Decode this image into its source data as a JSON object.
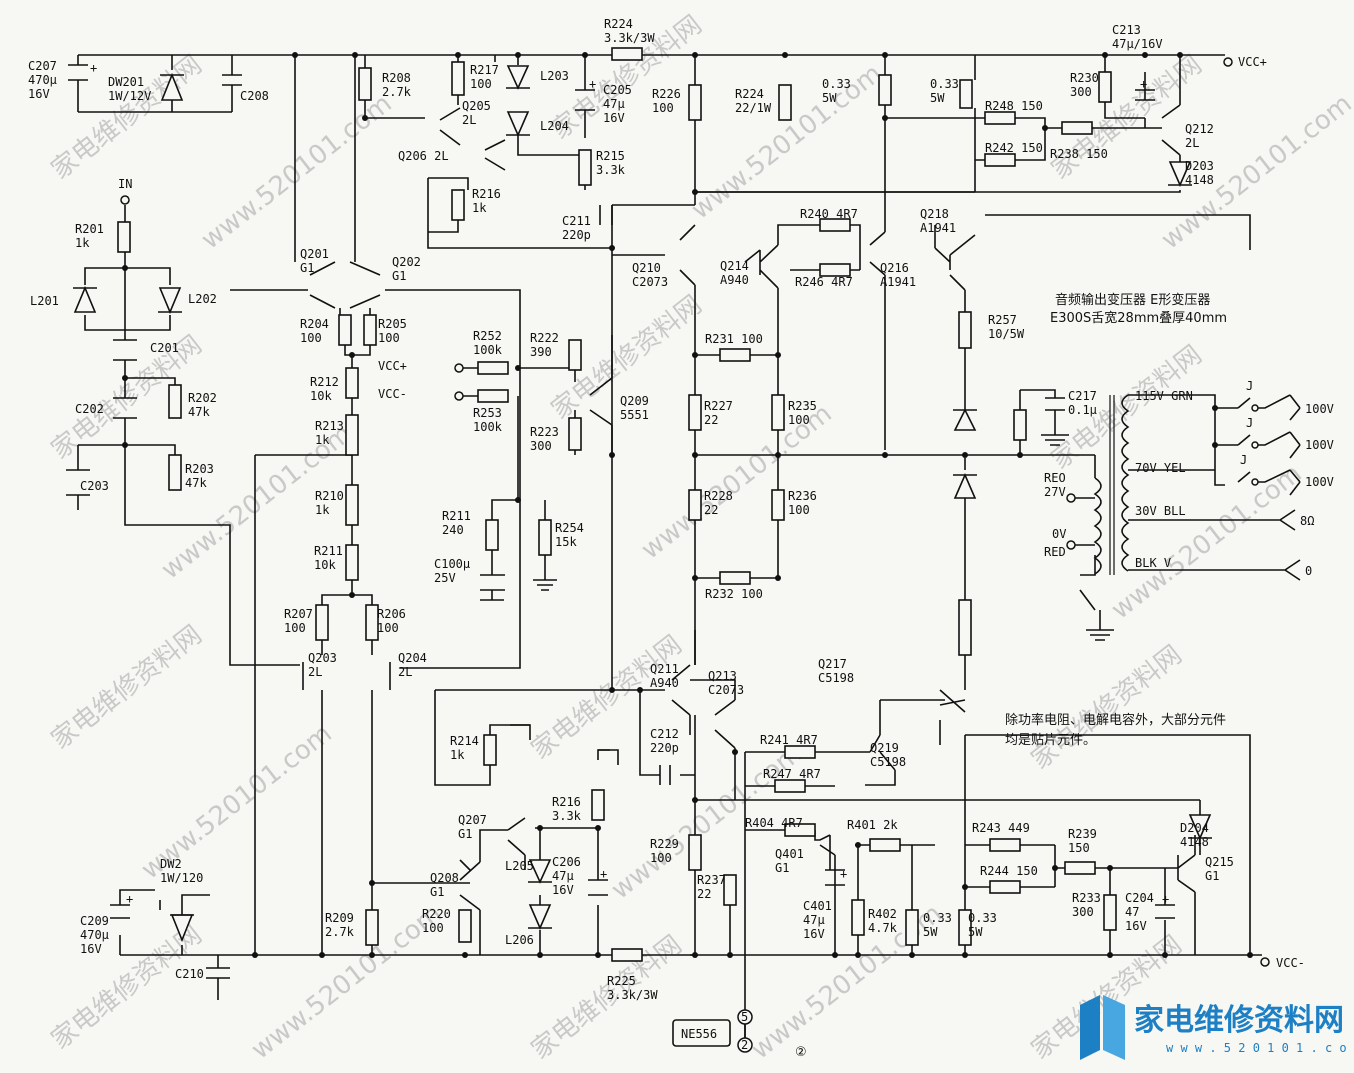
{
  "input_label": "IN",
  "rail_positive": "VCC+",
  "rail_negative": "VCC-",
  "diff_rail_pos": "VCC+",
  "diff_rail_neg": "VCC-",
  "transformer": {
    "title_line1": "音频输出变压器 E形变压器",
    "title_line2": "E300S舌宽28mm叠厚40mm",
    "primary_taps": [
      "115V GRN",
      "70V YEL",
      "30V BLL",
      "BLK V"
    ],
    "secondary": [
      "REO",
      "27V",
      "0V",
      "RED"
    ],
    "outputs": [
      "100V",
      "100V",
      "100V",
      "8Ω",
      "0"
    ],
    "switch_label": "J"
  },
  "note": [
    "除功率电阻、电解电容外，大部分元件",
    "均是贴片元件。"
  ],
  "ic": {
    "name": "NE556",
    "pins": [
      "5",
      "2"
    ]
  },
  "figure_marker": "②",
  "watermark_cn": "家电维修资料网",
  "watermark_url": "www.520101.com",
  "brand": {
    "name": "家电维修资料网",
    "url": "w w w . 5 2 0 1 0 1 . c o m"
  },
  "components": {
    "C207": [
      "C207",
      "470μ",
      "16V"
    ],
    "DW201": [
      "DW201",
      "1W/12V"
    ],
    "C208": [
      "C208"
    ],
    "R201": [
      "R201",
      "1k"
    ],
    "L201": [
      "L201"
    ],
    "L202": [
      "L202"
    ],
    "C201": [
      "C201"
    ],
    "C202": [
      "C202"
    ],
    "R202": [
      "R202",
      "47k"
    ],
    "C203": [
      "C203"
    ],
    "R203": [
      "R203",
      "47k"
    ],
    "Q201": [
      "Q201",
      "G1"
    ],
    "Q202": [
      "Q202",
      "G1"
    ],
    "R204": [
      "R204",
      "100"
    ],
    "R205": [
      "R205",
      "100"
    ],
    "R212": [
      "R212",
      "10k"
    ],
    "R213": [
      "R213",
      "1k"
    ],
    "R210": [
      "R210",
      "1k"
    ],
    "R211a": [
      "R211",
      "10k"
    ],
    "R207": [
      "R207",
      "100"
    ],
    "R206": [
      "R206",
      "100"
    ],
    "Q203": [
      "Q203",
      "2L"
    ],
    "Q204": [
      "Q204",
      "2L"
    ],
    "R208": [
      "R208",
      "2.7k"
    ],
    "R217": [
      "R217",
      "100"
    ],
    "Q205": [
      "Q205",
      "2L"
    ],
    "Q206": [
      "Q206 2L"
    ],
    "R216a": [
      "R216",
      "1k"
    ],
    "L203": [
      "L203"
    ],
    "L204": [
      "L204"
    ],
    "C205": [
      "C205",
      "47μ",
      "16V"
    ],
    "R215": [
      "R215",
      "3.3k"
    ],
    "R224a": [
      "R224",
      "3.3k/3W"
    ],
    "R226": [
      "R226",
      "100"
    ],
    "R224b": [
      "R224",
      "22/1W"
    ],
    "C211": [
      "C211",
      "220p"
    ],
    "Q210": [
      "Q210",
      "C2073"
    ],
    "R252": [
      "R252",
      "100k"
    ],
    "R253": [
      "R253",
      "100k"
    ],
    "R222": [
      "R222",
      "390"
    ],
    "R223": [
      "R223",
      "300"
    ],
    "Q209": [
      "Q209",
      "5551"
    ],
    "R211b": [
      "R211",
      "240"
    ],
    "C100": [
      "C100μ",
      "25V"
    ],
    "R254": [
      "R254",
      "15k"
    ],
    "Q214": [
      "Q214",
      "A940"
    ],
    "R240": [
      "R240 4R7"
    ],
    "R246": [
      "R246 4R7"
    ],
    "Q216": [
      "Q216",
      "A1941"
    ],
    "Q218": [
      "Q218",
      "A1941"
    ],
    "R231": [
      "R231 100"
    ],
    "R227": [
      "R227",
      "22"
    ],
    "R235": [
      "R235",
      "100"
    ],
    "R228": [
      "R228",
      "22"
    ],
    "R236": [
      "R236",
      "100"
    ],
    "R232": [
      "R232 100"
    ],
    "R_033a": [
      "0.33",
      "5W"
    ],
    "R_033b": [
      "0.33",
      "5W"
    ],
    "R230": [
      "R230",
      "300"
    ],
    "C213": [
      "C213",
      "47μ/16V"
    ],
    "R248": [
      "R248 150"
    ],
    "R242": [
      "R242 150"
    ],
    "R238": [
      "R238 150"
    ],
    "Q212": [
      "Q212",
      "2L"
    ],
    "D203": [
      "D203",
      "4148"
    ],
    "R257": [
      "R257",
      "10/5W"
    ],
    "C217": [
      "C217",
      "0.1μ"
    ],
    "Q211": [
      "Q211",
      "A940"
    ],
    "Q213": [
      "Q213",
      "C2073"
    ],
    "Q217": [
      "Q217",
      "C5198"
    ],
    "C212": [
      "C212",
      "220p"
    ],
    "R241": [
      "R241 4R7"
    ],
    "R247": [
      "R247 4R7"
    ],
    "Q219": [
      "Q219",
      "C5198"
    ],
    "R214": [
      "R214",
      "1k"
    ],
    "Q207": [
      "Q207",
      "G1"
    ],
    "R216b": [
      "R216",
      "3.3k"
    ],
    "Q208": [
      "Q208",
      "G1"
    ],
    "L205": [
      "L205"
    ],
    "C206": [
      "C206",
      "47μ",
      "16V"
    ],
    "L206": [
      "L206"
    ],
    "R220": [
      "R220",
      "100"
    ],
    "R209": [
      "R209",
      "2.7k"
    ],
    "R225": [
      "R225",
      "3.3k/3W"
    ],
    "R229": [
      "R229",
      "100"
    ],
    "R237": [
      "R237",
      "22"
    ],
    "R404": [
      "R404 4R7"
    ],
    "Q401": [
      "Q401",
      "G1"
    ],
    "C401": [
      "C401",
      "47μ",
      "16V"
    ],
    "R401": [
      "R401 2k"
    ],
    "R402": [
      "R402",
      "4.7k"
    ],
    "R_033c": [
      "0.33",
      "5W"
    ],
    "R_033d": [
      "0.33",
      "5W"
    ],
    "R243": [
      "R243 449"
    ],
    "R244": [
      "R244 150"
    ],
    "R239": [
      "R239",
      "150"
    ],
    "R233": [
      "R233",
      "300"
    ],
    "C204": [
      "C204",
      "47",
      "16V"
    ],
    "D204": [
      "D204",
      "4148"
    ],
    "Q215": [
      "Q215",
      "G1"
    ],
    "DW2": [
      "DW2",
      "1W/120"
    ],
    "C209": [
      "C209",
      "470μ",
      "16V"
    ],
    "C210": [
      "C210"
    ]
  }
}
